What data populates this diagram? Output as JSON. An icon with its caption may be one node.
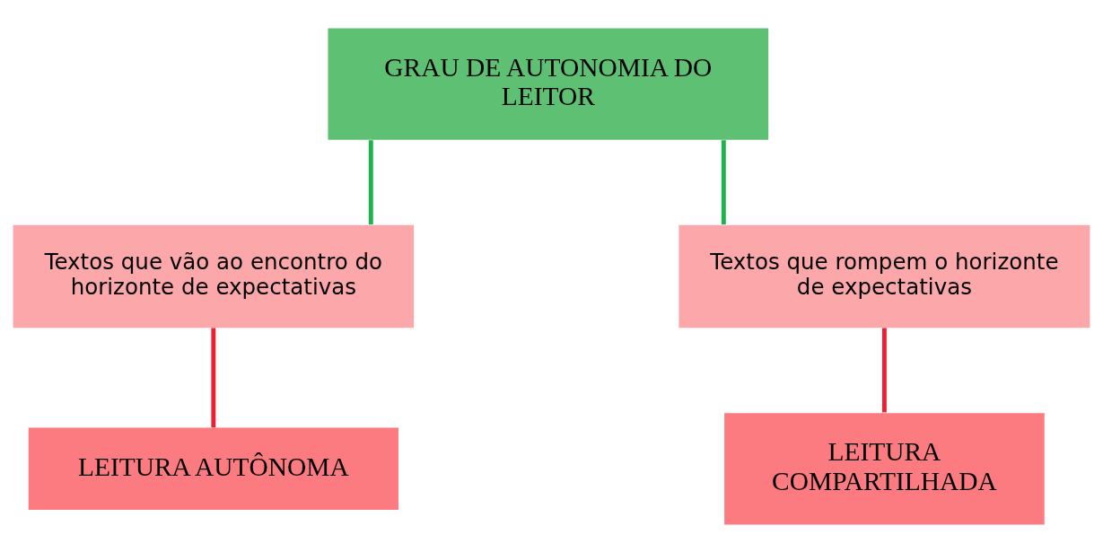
{
  "diagram": {
    "nodes": [
      {
        "text": [
          "GRAU DE AUTONOMIA DO LEITOR"
        ]
      },
      {
        "text": [
          "Textos que vão ao encontro do horizonte de expectativas"
        ]
      },
      {
        "text": [
          "Textos que rompem o horizonte de expectativas"
        ]
      },
      {
        "text": [
          "LEITURA AUTÔNOMA"
        ]
      },
      {
        "text": [
          "LEITURA COMPARTILHADA"
        ]
      }
    ],
    "edges": [
      {
        "from": 0,
        "to": 1,
        "arrow": "none",
        "color": "#1db34a"
      },
      {
        "from": 0,
        "to": 2,
        "arrow": "none",
        "color": "#1db34a"
      },
      {
        "from": 1,
        "to": 3,
        "arrow": "none",
        "color": "#ee2030"
      },
      {
        "from": 2,
        "to": 4,
        "arrow": "none",
        "color": "#ee2030"
      }
    ]
  }
}
